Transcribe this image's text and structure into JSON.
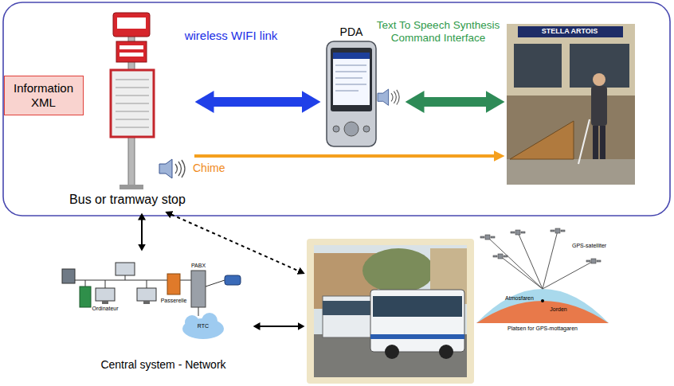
{
  "diagram": {
    "nodes": [
      {
        "text": [
          "Information XML"
        ]
      },
      {
        "text": [
          "Bus or tramway stop"
        ]
      },
      {
        "text": [
          "PDA"
        ]
      },
      {
        "text": [
          "STELLA ARTOIS"
        ]
      },
      {
        "text": [
          "PABX",
          "Passerelle",
          "Ordinateur",
          "RTC",
          "Central system - Network"
        ]
      },
      {
        "text": [
          "GPS-satelliter",
          "Atmosfaren",
          "Jorden",
          "Platsen for GPS-mottagaren"
        ]
      }
    ],
    "edges": [
      {
        "from": 1,
        "to": 2,
        "arrow": "both",
        "label": "wireless WIFI link"
      },
      {
        "from": 2,
        "to": 3,
        "arrow": "both",
        "label": "Text To Speech Synthesis Command Interface"
      },
      {
        "from": 1,
        "to": 3,
        "arrow": "to"
      },
      {
        "from": 1,
        "to": 4,
        "arrow": "both"
      },
      {
        "from": 1,
        "to": 5,
        "arrow": "both"
      },
      {
        "from": 4,
        "to": 5,
        "arrow": "both"
      }
    ],
    "labels": [
      "Chime"
    ]
  }
}
